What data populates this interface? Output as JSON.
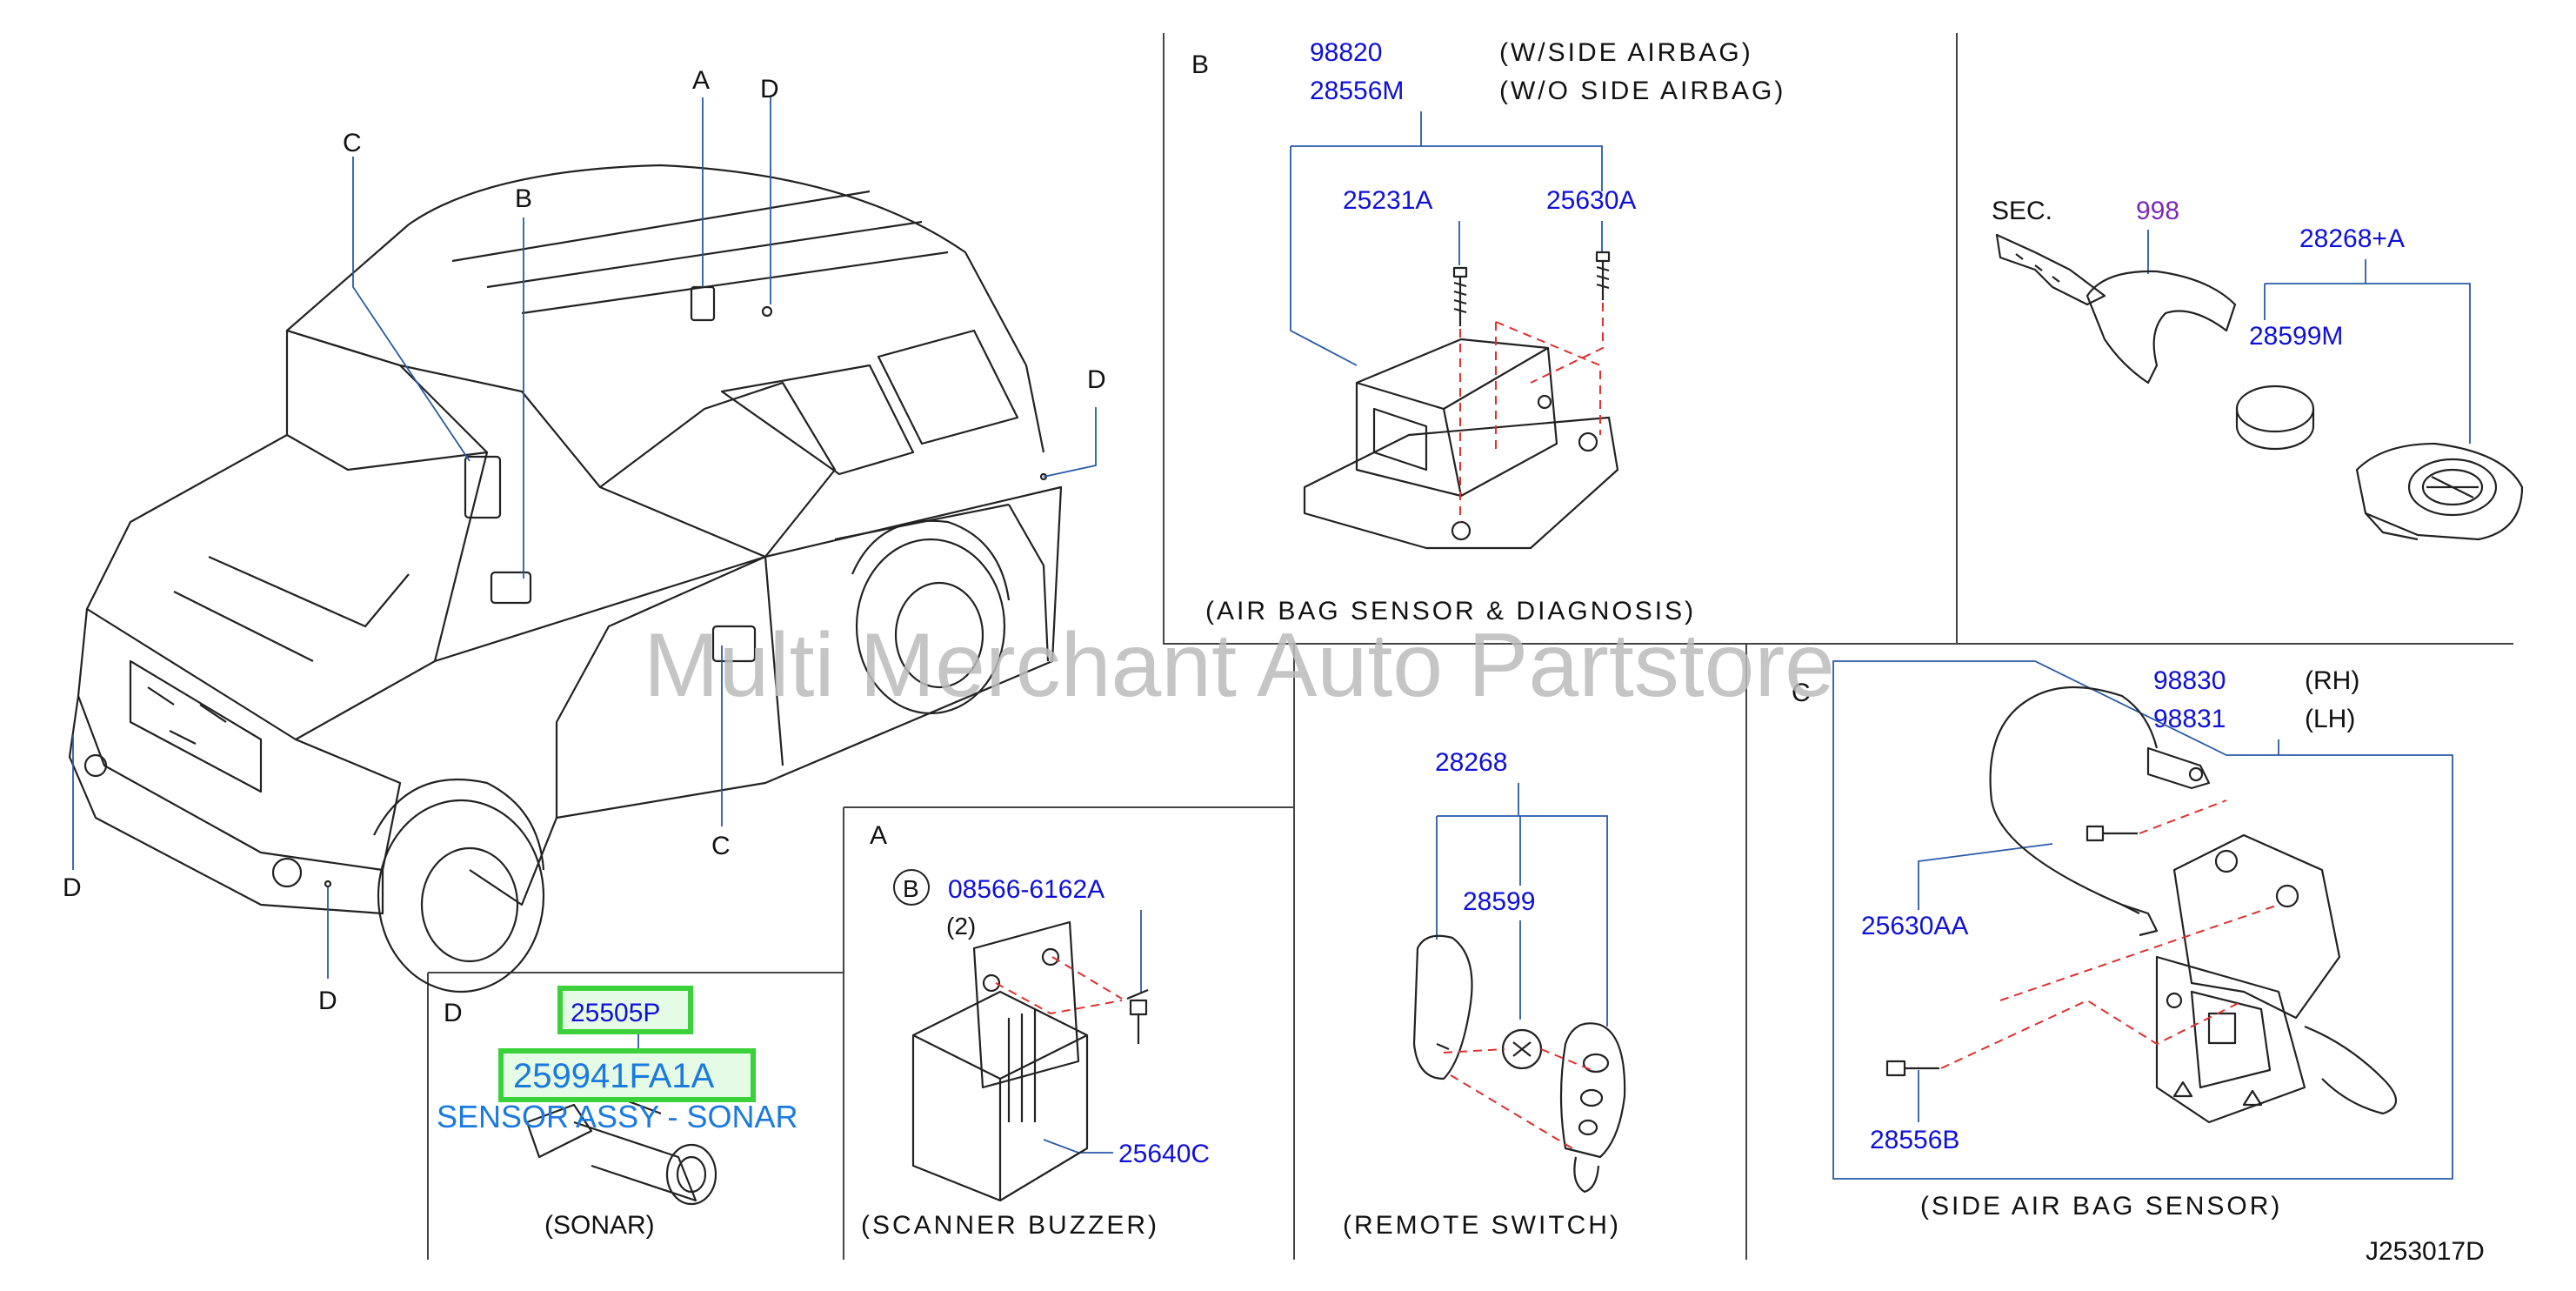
{
  "colors": {
    "part_number": "#1010d8",
    "section_ref": "#7a2ab8",
    "text": "#111111",
    "line_art": "#222222",
    "leader": "#2a5aa8",
    "dash": "#e03030",
    "highlight": "#3ad13a",
    "highlight_fill": "#e6fbe6",
    "caption": "#1a7ae0",
    "watermark": "#bcbcbc"
  },
  "watermark": "Multi Merchant Auto Partstore",
  "diagram_id": "J253017D",
  "vehicle": {
    "callouts": [
      "A",
      "D",
      "C",
      "B",
      "D",
      "C",
      "D",
      "D"
    ]
  },
  "panel_b": {
    "letter": "B",
    "parts": [
      {
        "number": "98820",
        "note": "(W/SIDE AIRBAG)"
      },
      {
        "number": "28556M",
        "note": "(W/O SIDE AIRBAG)"
      }
    ],
    "bolt_left": "25231A",
    "bolt_right": "25630A",
    "caption": "(AIR BAG SENSOR & DIAGNOSIS)"
  },
  "panel_key": {
    "sec_label": "SEC.",
    "sec_number": "998",
    "kit_number": "28268+A",
    "battery_number": "28599M"
  },
  "panel_a": {
    "letter": "A",
    "circle_b": "B",
    "bolt_number": "08566-6162A",
    "bolt_qty": "(2)",
    "buzzer_number": "25640C",
    "caption": "(SCANNER BUZZER)"
  },
  "panel_remote": {
    "kit_number": "28268",
    "battery_number": "28599",
    "caption": "(REMOTE SWITCH)"
  },
  "panel_c": {
    "letter": "C",
    "parts": [
      {
        "number": "98830",
        "note": "(RH)"
      },
      {
        "number": "98831",
        "note": "(LH)"
      }
    ],
    "bolt_upper": "25630AA",
    "bolt_lower": "28556B",
    "caption": "(SIDE AIR BAG SENSOR)"
  },
  "panel_d": {
    "letter": "D",
    "bracket_number": "25505P",
    "sensor_number": "259941FA1A",
    "sensor_name": "SENSOR ASSY - SONAR",
    "caption": "(SONAR)"
  }
}
